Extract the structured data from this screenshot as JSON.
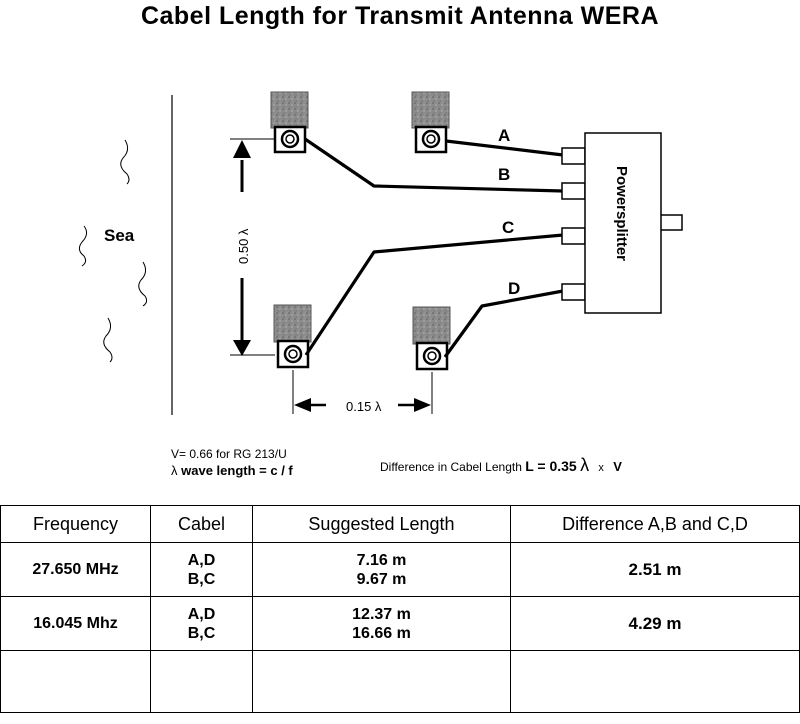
{
  "title": "Cabel Length for  Transmit Antenna WERA",
  "diagram": {
    "sea_label": "Sea",
    "vertical_spacing": "0.50 λ",
    "horizontal_spacing": "0.15 λ",
    "splitter_label": "Powersplitter",
    "cable_labels": [
      "A",
      "B",
      "C",
      "D"
    ]
  },
  "notes": {
    "velocity": "V= 0.66 for RG 213/U",
    "wavelength_symbol": "λ",
    "wavelength": "wave length = c / f",
    "difference_prefix": "Difference in Cabel Length",
    "difference_formula": "L = 0.35",
    "difference_lambda": "λ",
    "difference_times": "x",
    "difference_v": "V"
  },
  "table": {
    "headers": [
      "Frequency",
      "Cabel",
      "Suggested Length",
      "Difference A,B and C,D"
    ],
    "rows": [
      {
        "frequency": "27.650 MHz",
        "cables": [
          "A,D",
          "B,C"
        ],
        "lengths": [
          "7.16 m",
          "9.67 m"
        ],
        "difference": "2.51 m"
      },
      {
        "frequency": "16.045 Mhz",
        "cables": [
          "A,D",
          "B,C"
        ],
        "lengths": [
          "12.37 m",
          "16.66 m"
        ],
        "difference": "4.29 m"
      }
    ]
  }
}
